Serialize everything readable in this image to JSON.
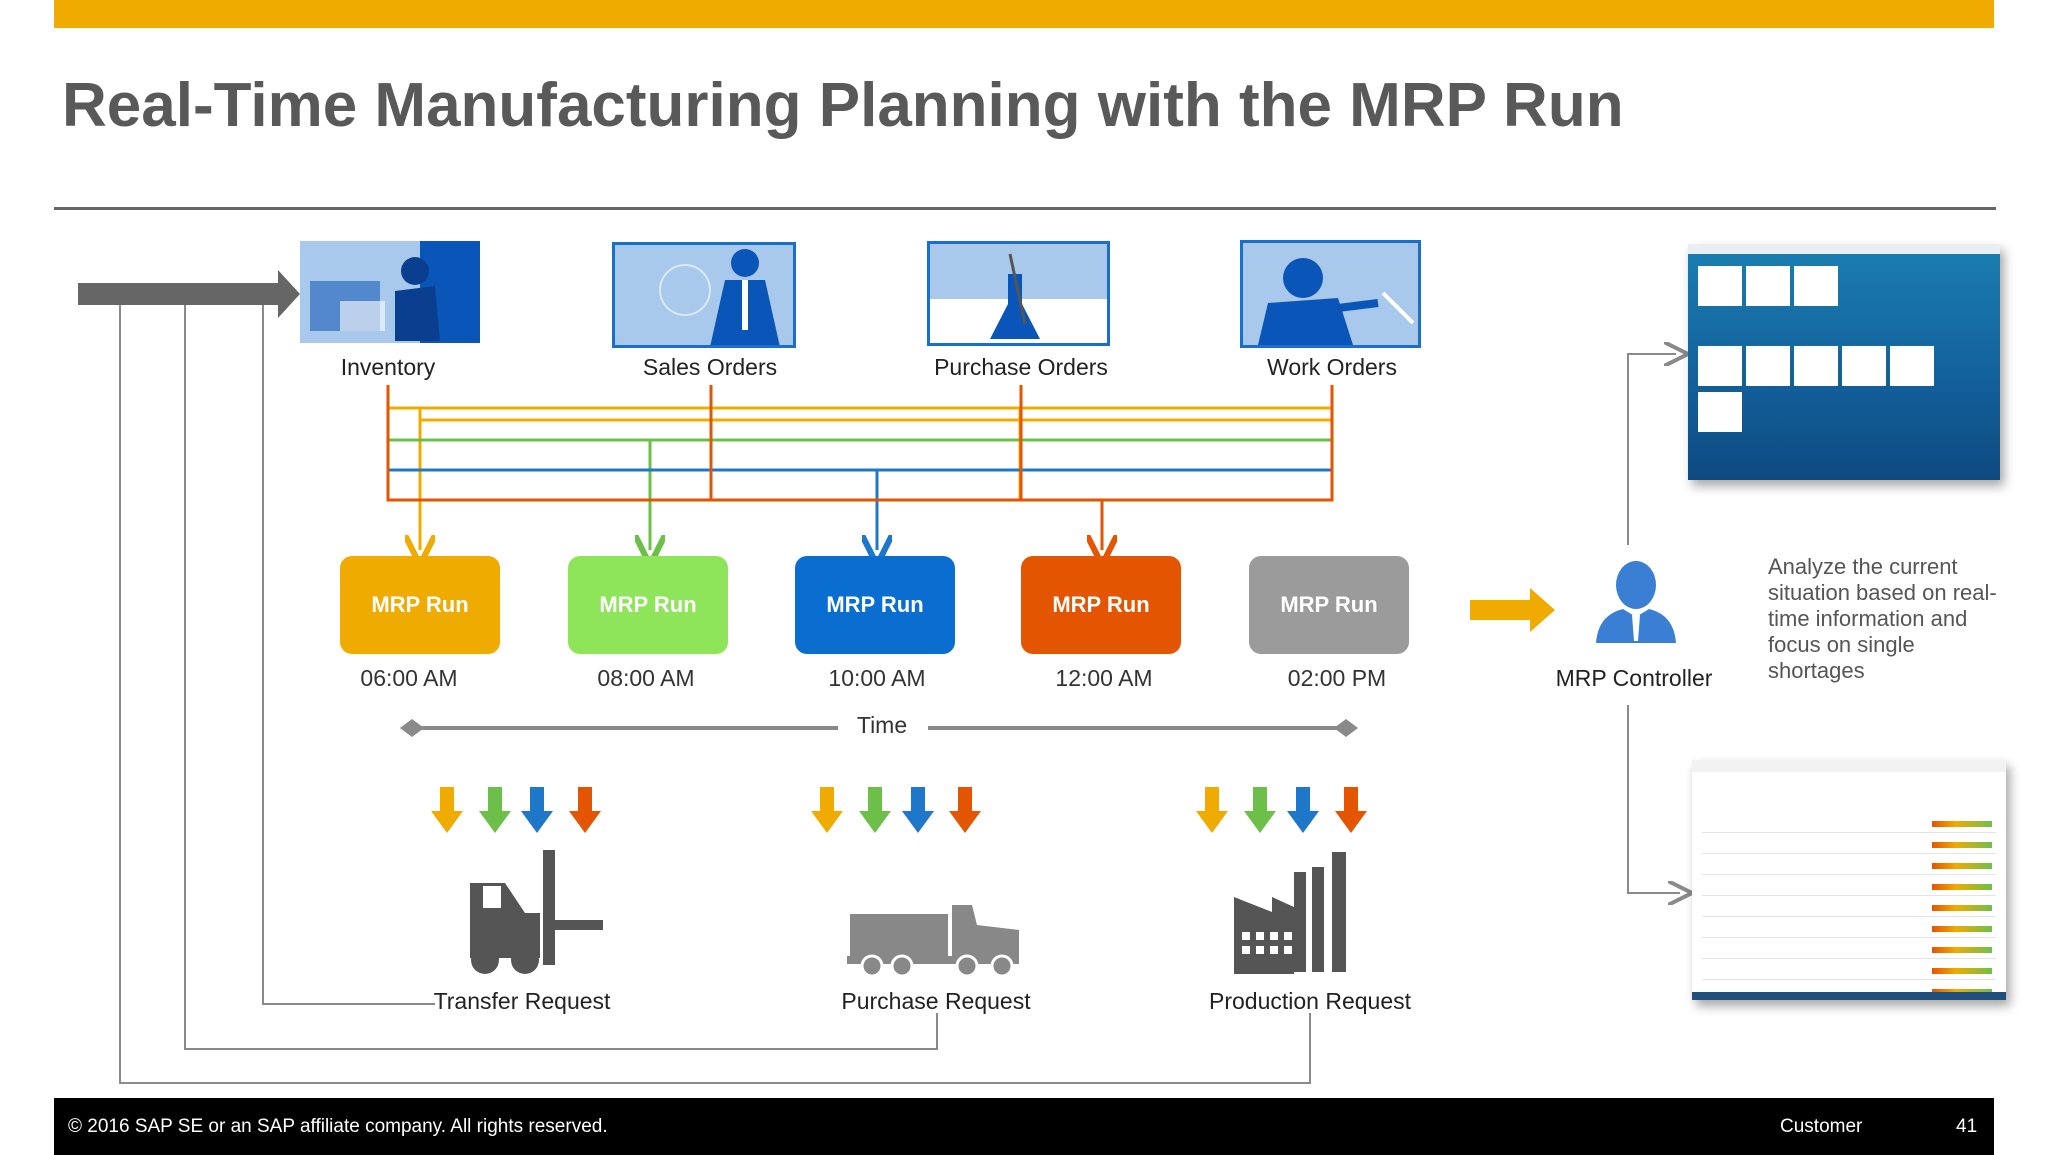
{
  "title": "Real-Time Manufacturing Planning with the MRP Run",
  "sources": [
    {
      "label": "Inventory",
      "icon": "warehouse-worker-icon"
    },
    {
      "label": "Sales Orders",
      "icon": "business-person-icon"
    },
    {
      "label": "Purchase Orders",
      "icon": "lab-flask-icon"
    },
    {
      "label": "Work Orders",
      "icon": "welder-icon"
    }
  ],
  "runs": [
    {
      "label": "MRP Run",
      "time": "06:00 AM",
      "color": "#f0ab00"
    },
    {
      "label": "MRP Run",
      "time": "08:00 AM",
      "color": "#8ee55a"
    },
    {
      "label": "MRP Run",
      "time": "10:00 AM",
      "color": "#0a6ed1"
    },
    {
      "label": "MRP Run",
      "time": "12:00 AM",
      "color": "#e35500"
    },
    {
      "label": "MRP Run",
      "time": "02:00 PM",
      "color": "#9b9b9b"
    }
  ],
  "time_axis_label": "Time",
  "outputs": [
    {
      "label": "Transfer Request",
      "icon": "forklift-icon"
    },
    {
      "label": "Purchase Request",
      "icon": "truck-icon"
    },
    {
      "label": "Production Request",
      "icon": "factory-icon"
    }
  ],
  "controller": {
    "label": "MRP Controller",
    "icon": "user-icon"
  },
  "analyze_text": "Analyze the current situation based on real-time information  and focus on single shortages",
  "footer": {
    "copyright": "© 2016 SAP SE or an SAP affiliate company. All rights reserved.",
    "classification": "Customer",
    "page": "41"
  },
  "colors": {
    "brand": "#f0ab00",
    "yellow": "#f0ab00",
    "green": "#6cc04a",
    "blue": "#1f77c9",
    "orange": "#e35500",
    "gray": "#9b9b9b"
  }
}
